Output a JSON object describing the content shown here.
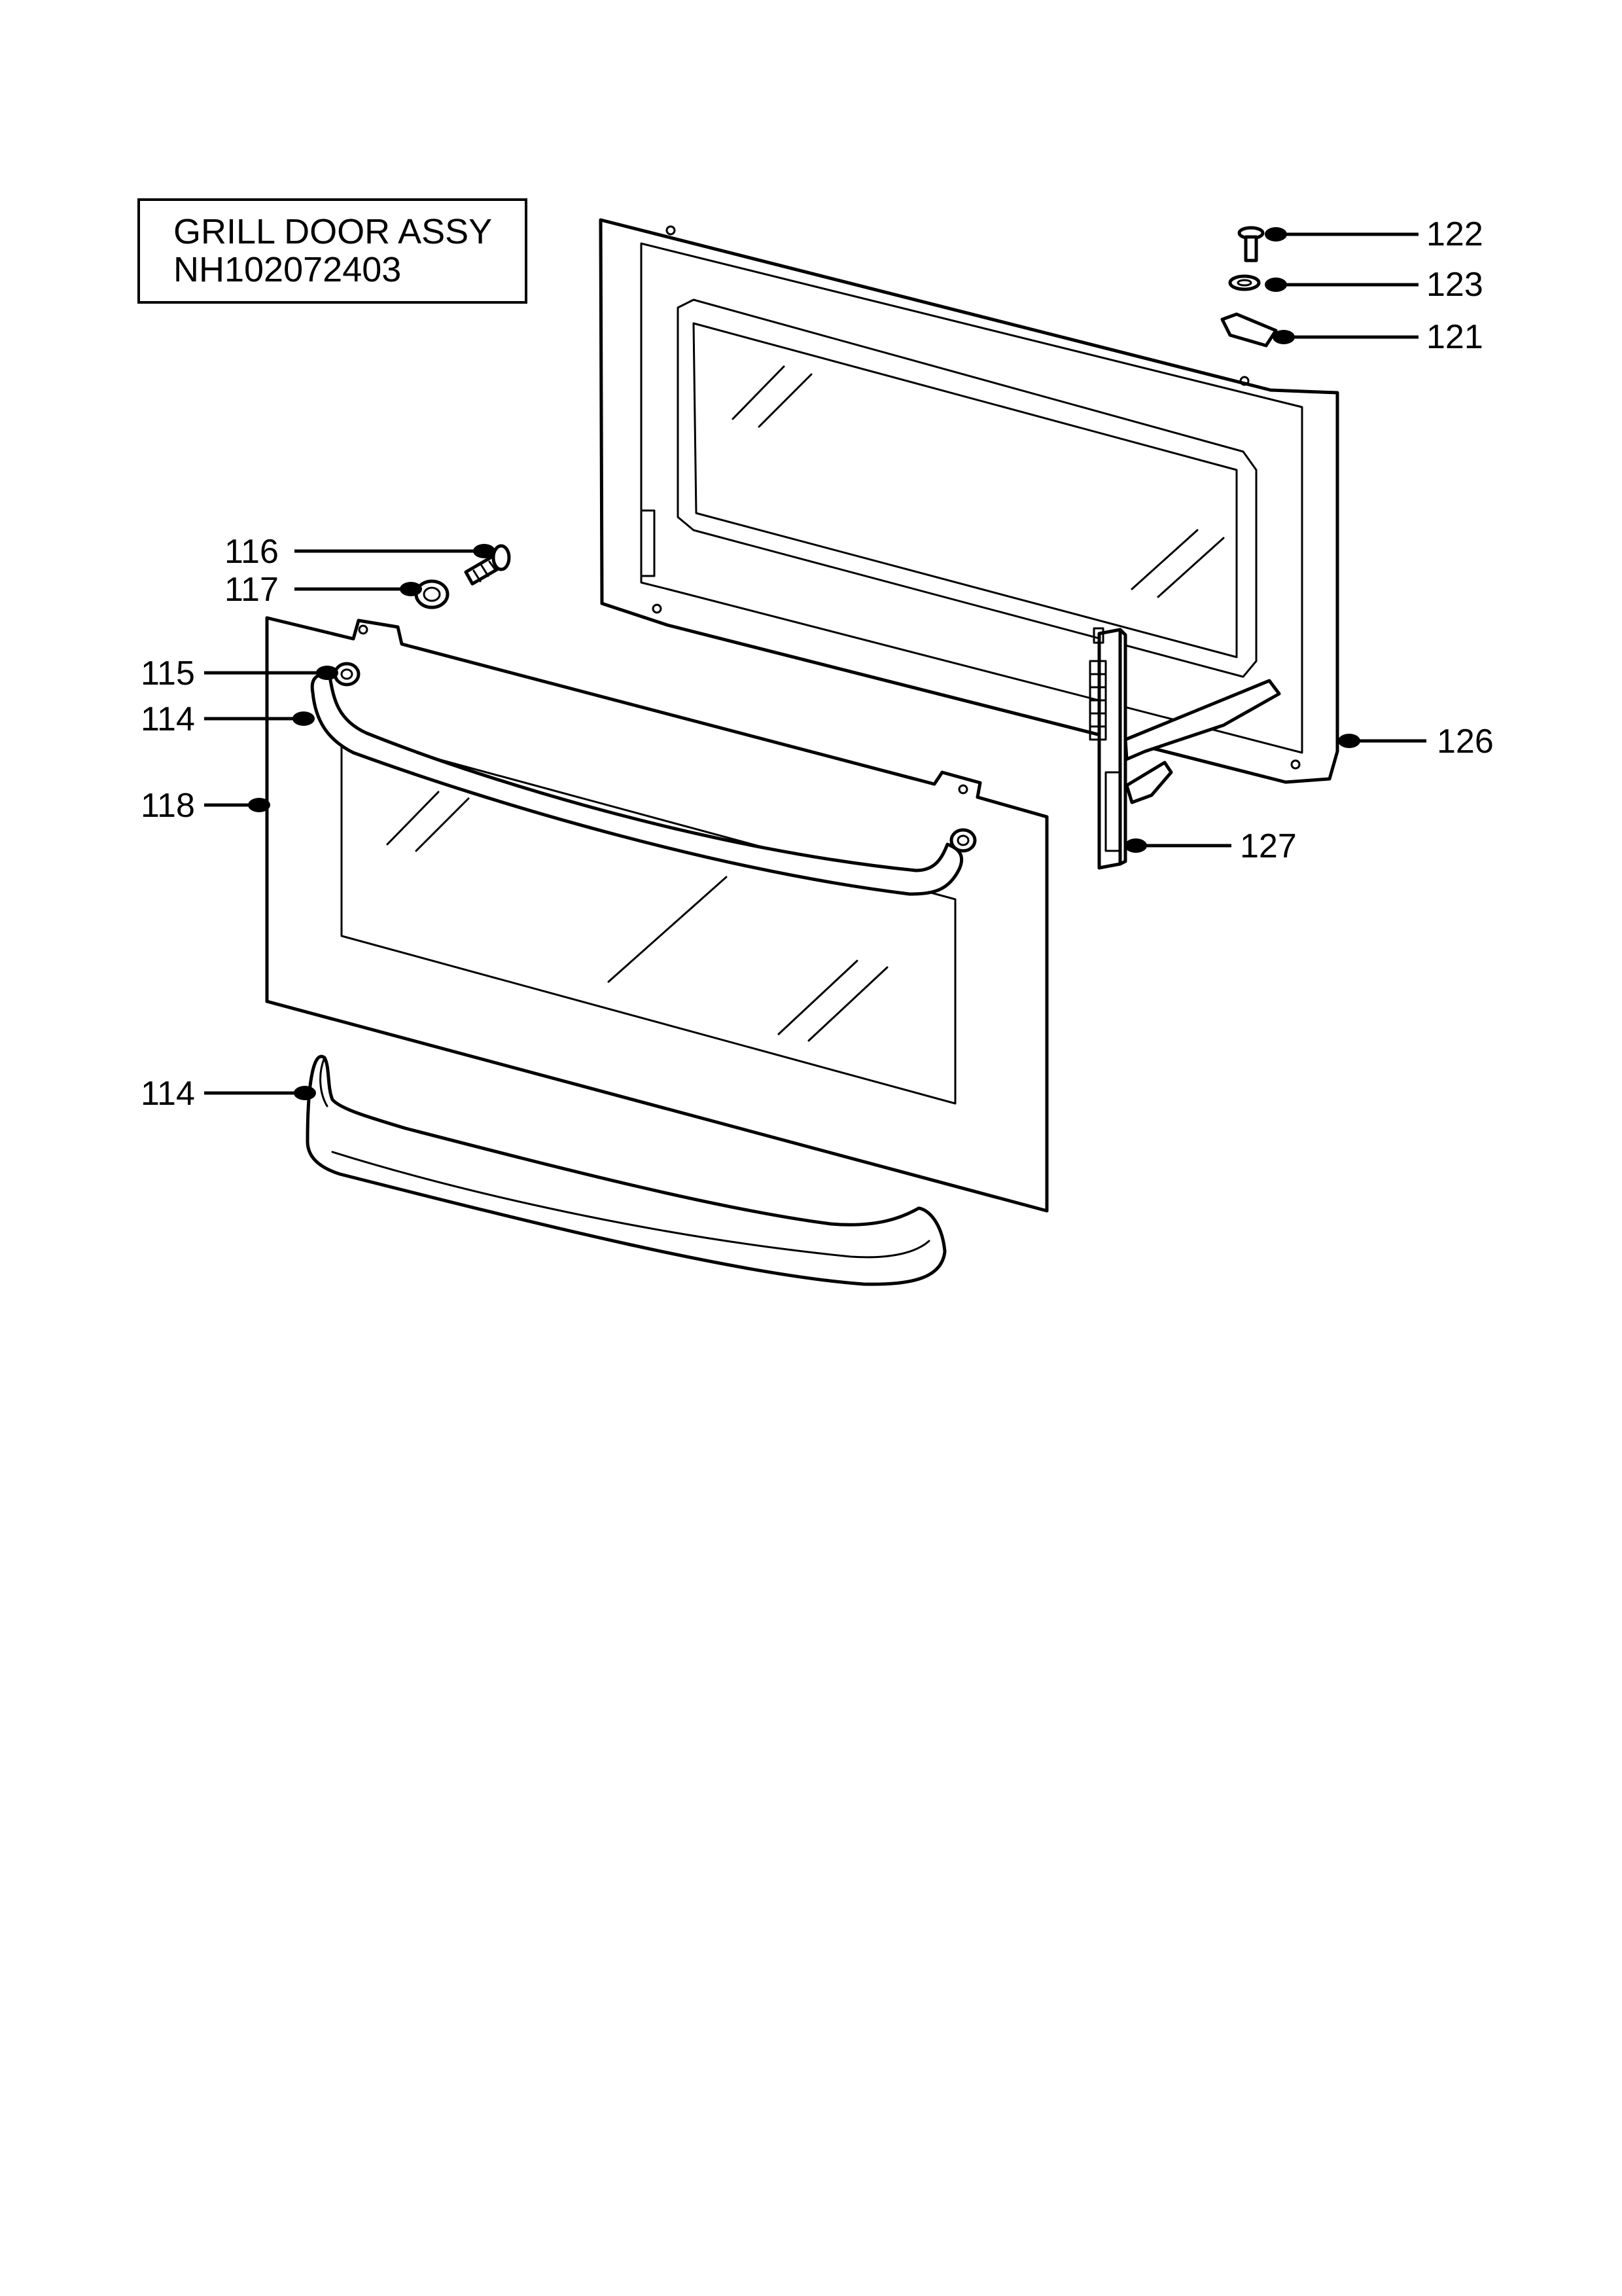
{
  "title_box": {
    "line1": "GRILL DOOR ASSY",
    "line2": "NH102072403"
  },
  "callouts": {
    "c122": "122",
    "c123": "123",
    "c121": "121",
    "c116": "116",
    "c117": "117",
    "c115": "115",
    "c114_top": "114",
    "c118": "118",
    "c126": "126",
    "c127": "127",
    "c114_bottom": "114"
  }
}
